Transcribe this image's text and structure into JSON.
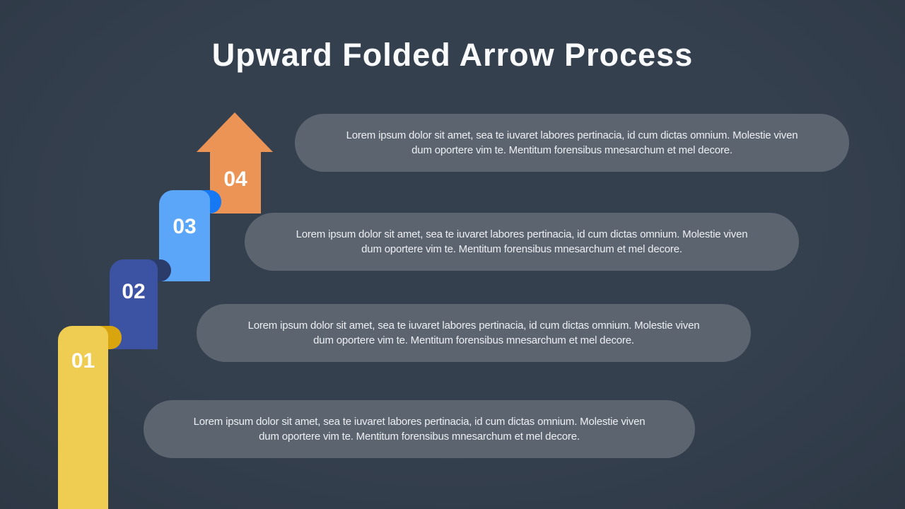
{
  "slide": {
    "title": "Upward Folded Arrow Process",
    "colors": {
      "background": "#343E50",
      "title_text": "#FAFBFC",
      "card_background": "#5C6470",
      "card_text": "#EDEFF2",
      "step_number_text": "#FFFFFF"
    }
  },
  "steps": [
    {
      "number": "01",
      "shape": "folded-ribbon",
      "body_color": "#EFCC52",
      "fold_color": "#D8A50E"
    },
    {
      "number": "02",
      "shape": "folded-ribbon",
      "body_color": "#3C53A4",
      "fold_color": "#2B3C6B"
    },
    {
      "number": "03",
      "shape": "folded-ribbon",
      "body_color": "#5CA6F9",
      "fold_color": "#1678F2"
    },
    {
      "number": "04",
      "shape": "up-arrow",
      "body_color": "#EC9456"
    }
  ],
  "cards": [
    {
      "line1": "Lorem ipsum dolor sit amet, sea te iuvaret labores pertinacia, id cum dictas omnium. Molestie viven",
      "line2": "dum oportere vim te. Mentitum forensibus mnesarchum et mel decore."
    },
    {
      "line1": "Lorem ipsum dolor sit amet, sea te iuvaret labores pertinacia, id cum dictas omnium. Molestie viven",
      "line2": "dum oportere vim te. Mentitum forensibus mnesarchum et mel decore."
    },
    {
      "line1": "Lorem ipsum dolor sit amet, sea te iuvaret labores pertinacia, id cum dictas omnium. Molestie viven",
      "line2": "dum oportere vim te. Mentitum forensibus mnesarchum et mel decore."
    },
    {
      "line1": "Lorem ipsum dolor sit amet, sea te iuvaret labores pertinacia, id cum dictas omnium. Molestie viven",
      "line2": "dum oportere vim te. Mentitum forensibus mnesarchum et mel decore."
    }
  ]
}
